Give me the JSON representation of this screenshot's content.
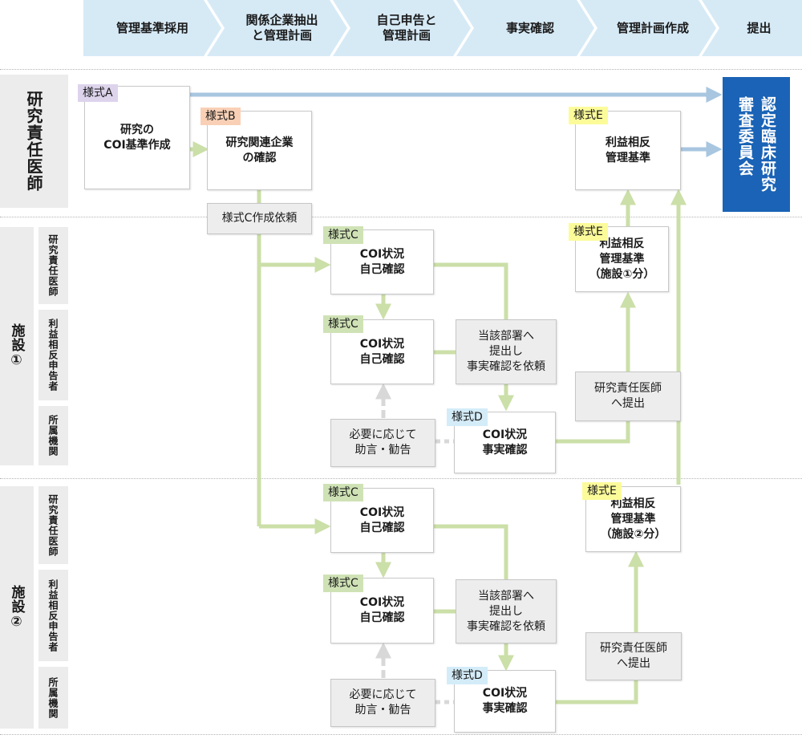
{
  "colors": {
    "header_bg": "#d6eaf6",
    "flow_line": "#cbdfa8",
    "blue_arrow": "#a8c6e0",
    "committee_bg": "#1a63b6"
  },
  "header": {
    "steps": [
      "管理基準採用",
      "関係企業抽出\nと管理計画",
      "自己申告と\n管理計画",
      "事実確認",
      "管理計画作成",
      "提出"
    ]
  },
  "sidebar": {
    "researcher": "研究責任医師",
    "facility1": "施設①",
    "facility2": "施設②",
    "sub": [
      "研究責任医師",
      "利益相反申告者",
      "所属機関"
    ]
  },
  "forms": {
    "A": "様式A",
    "B": "様式B",
    "C": "様式C",
    "D": "様式D",
    "E": "様式E"
  },
  "boxes": {
    "coi_standard": "研究の\nCOI基準作成",
    "related_company": "研究関連企業\nの確認",
    "request_c": "様式C作成依頼",
    "coi_self": "COI状況\n自己確認",
    "dept_submit": "当該部署へ\n提出し\n事実確認を依頼",
    "advice": "必要に応じて\n助言・勧告",
    "coi_fact": "COI状況\n事実確認",
    "to_pi": "研究責任医師\nへ提出",
    "mgmt_standard": "利益相反\n管理基準",
    "mgmt_standard_f1": "利益相反\n管理基準\n（施設①分）",
    "mgmt_standard_f2": "利益相反\n管理基準\n（施設②分）"
  },
  "committee": "認定臨床研究\n審査委員会"
}
